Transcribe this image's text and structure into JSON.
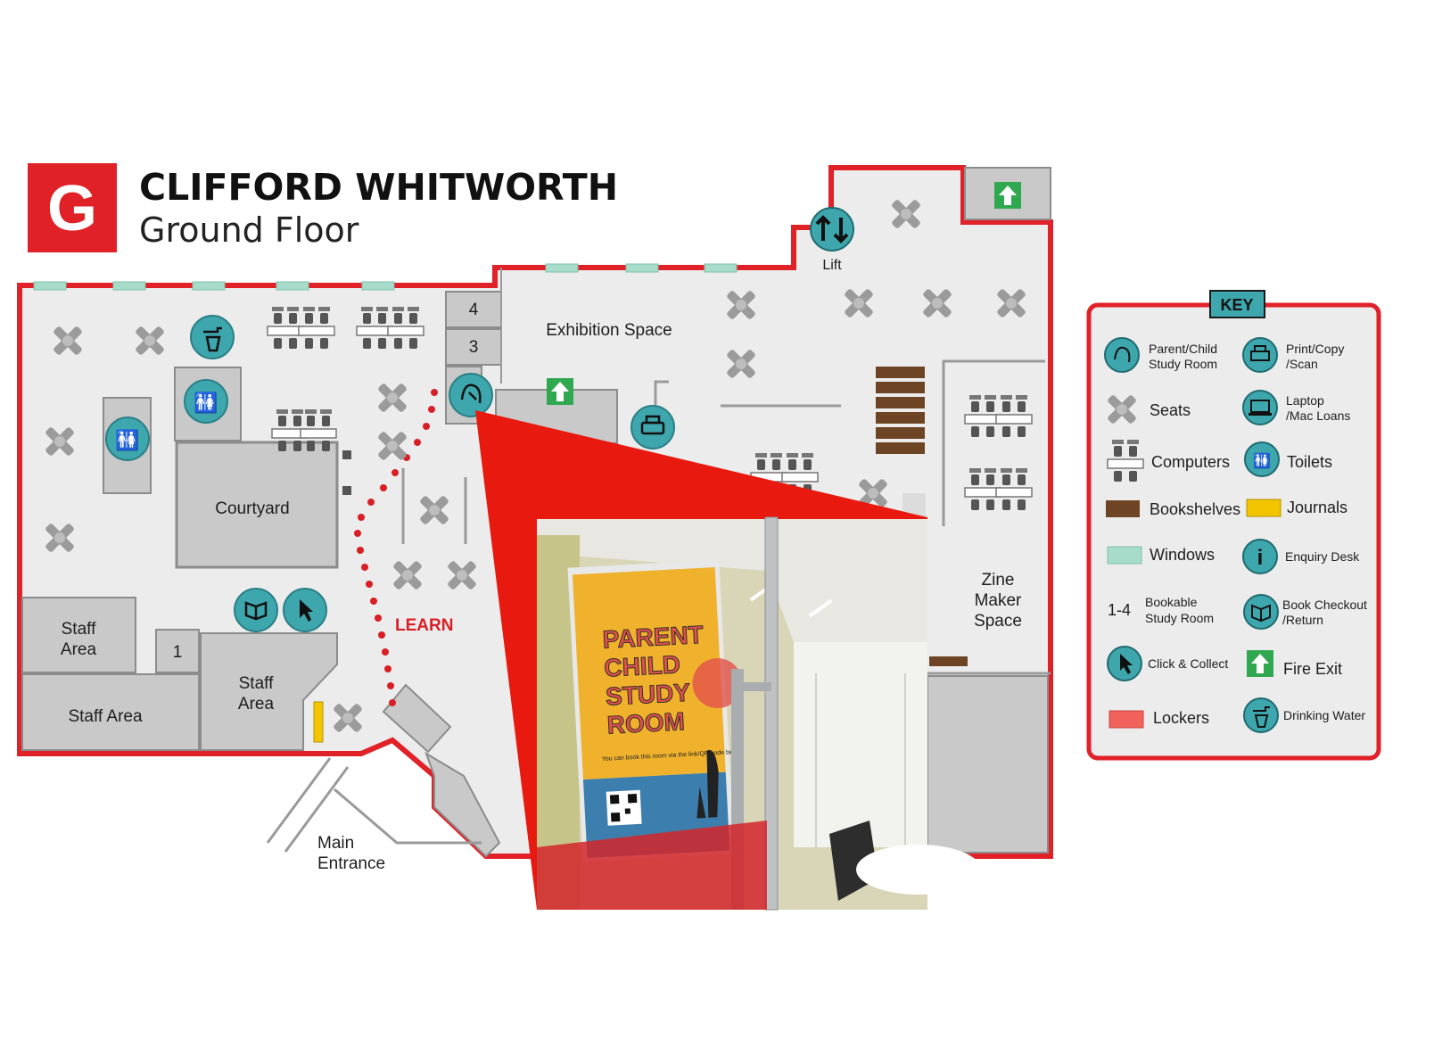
{
  "header": {
    "letter": "G",
    "title": "CLIFFORD WHITWORTH",
    "subtitle": "Ground Floor"
  },
  "colors": {
    "outline_red": "#e02128",
    "floor": "#ececed",
    "room": "#c9c9ca",
    "room_stroke": "#8c8c8c",
    "teal": "#3ea6ad",
    "window": "#a7dccb",
    "bookshelf": "#6e4524",
    "journal": "#f2c500",
    "locker": "#f0625a",
    "fire_exit": "#2fa84f",
    "route": "#d91f26"
  },
  "map": {
    "labels": {
      "lift": "Lift",
      "exhibition": "Exhibition Space",
      "courtyard": "Courtyard",
      "staff_area_1": "Staff\nArea",
      "staff_area_2": "Staff Area",
      "staff_area_3": "Staff\nArea",
      "zine": "Zine\nMaker\nSpace",
      "learn": "LEARN",
      "main_entrance": "Main\nEntrance",
      "room_4": "4",
      "room_3": "3",
      "room_1": "1"
    },
    "icons": {
      "lift": "lift-icon",
      "drinking_water": "drinking-water-icon",
      "toilets": "toilets-icon",
      "parent_child": "parent-child-icon",
      "print": "printer-icon",
      "book_checkout": "book-checkout-icon",
      "click_collect": "click-collect-icon",
      "fire_exit": "fire-exit-icon",
      "seats": "seat-icon",
      "computers": "computer-icon"
    }
  },
  "photo": {
    "poster_lines": [
      "PARENT",
      "CHILD",
      "STUDY",
      "ROOM"
    ],
    "poster_small": "You can book this room via the link/QR code below"
  },
  "key": {
    "title": "KEY",
    "items": [
      {
        "icon": "parent-child-icon",
        "label": "Parent/Child\nStudy Room"
      },
      {
        "icon": "printer-icon",
        "label": "Print/Copy\n/Scan"
      },
      {
        "icon": "seat-icon",
        "label": "Seats"
      },
      {
        "icon": "laptop-icon",
        "label": "Laptop\n/Mac Loans"
      },
      {
        "icon": "computer-icon",
        "label": "Computers"
      },
      {
        "icon": "toilets-icon",
        "label": "Toilets"
      },
      {
        "icon": "bookshelves-swatch",
        "label": "Bookshelves"
      },
      {
        "icon": "journals-swatch",
        "label": "Journals"
      },
      {
        "icon": "windows-swatch",
        "label": "Windows"
      },
      {
        "icon": "info-icon",
        "label": "Enquiry Desk"
      },
      {
        "icon": "bookable-text",
        "prefix": "1-4",
        "label": "Bookable\nStudy Room"
      },
      {
        "icon": "book-checkout-icon",
        "label": "Book Checkout\n/Return"
      },
      {
        "icon": "click-collect-icon",
        "label": "Click & Collect"
      },
      {
        "icon": "fire-exit-icon",
        "label": "Fire Exit"
      },
      {
        "icon": "lockers-swatch",
        "label": "Lockers"
      },
      {
        "icon": "drinking-water-icon",
        "label": "Drinking Water"
      }
    ]
  }
}
